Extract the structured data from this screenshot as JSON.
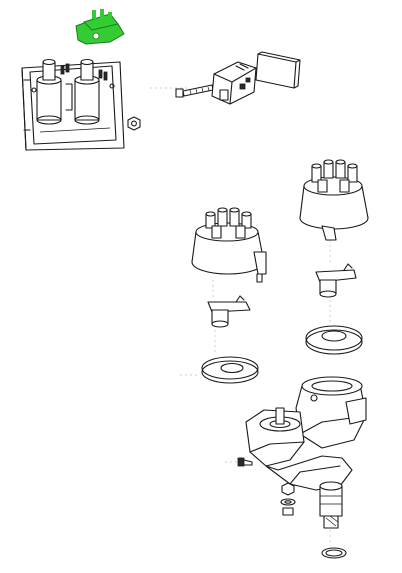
{
  "diagram": {
    "highlight_color": "#33cc33",
    "line_color": "#1a1a1a",
    "background": "#ffffff",
    "parts": [
      {
        "name": "highlighted-bracket",
        "highlighted": true
      },
      {
        "name": "ignition-coil-pack"
      },
      {
        "name": "coil-mounting-nut"
      },
      {
        "name": "module-bolt"
      },
      {
        "name": "ignition-control-module"
      },
      {
        "name": "module-heat-pad"
      },
      {
        "name": "distributor-cap-left"
      },
      {
        "name": "distributor-cap-right"
      },
      {
        "name": "rotor-left"
      },
      {
        "name": "rotor-right"
      },
      {
        "name": "dust-shield-left"
      },
      {
        "name": "dust-shield-right"
      },
      {
        "name": "distributor-assembly"
      },
      {
        "name": "distributor-small-screw"
      },
      {
        "name": "drive-gear-hardware"
      },
      {
        "name": "o-ring-seal"
      }
    ]
  }
}
